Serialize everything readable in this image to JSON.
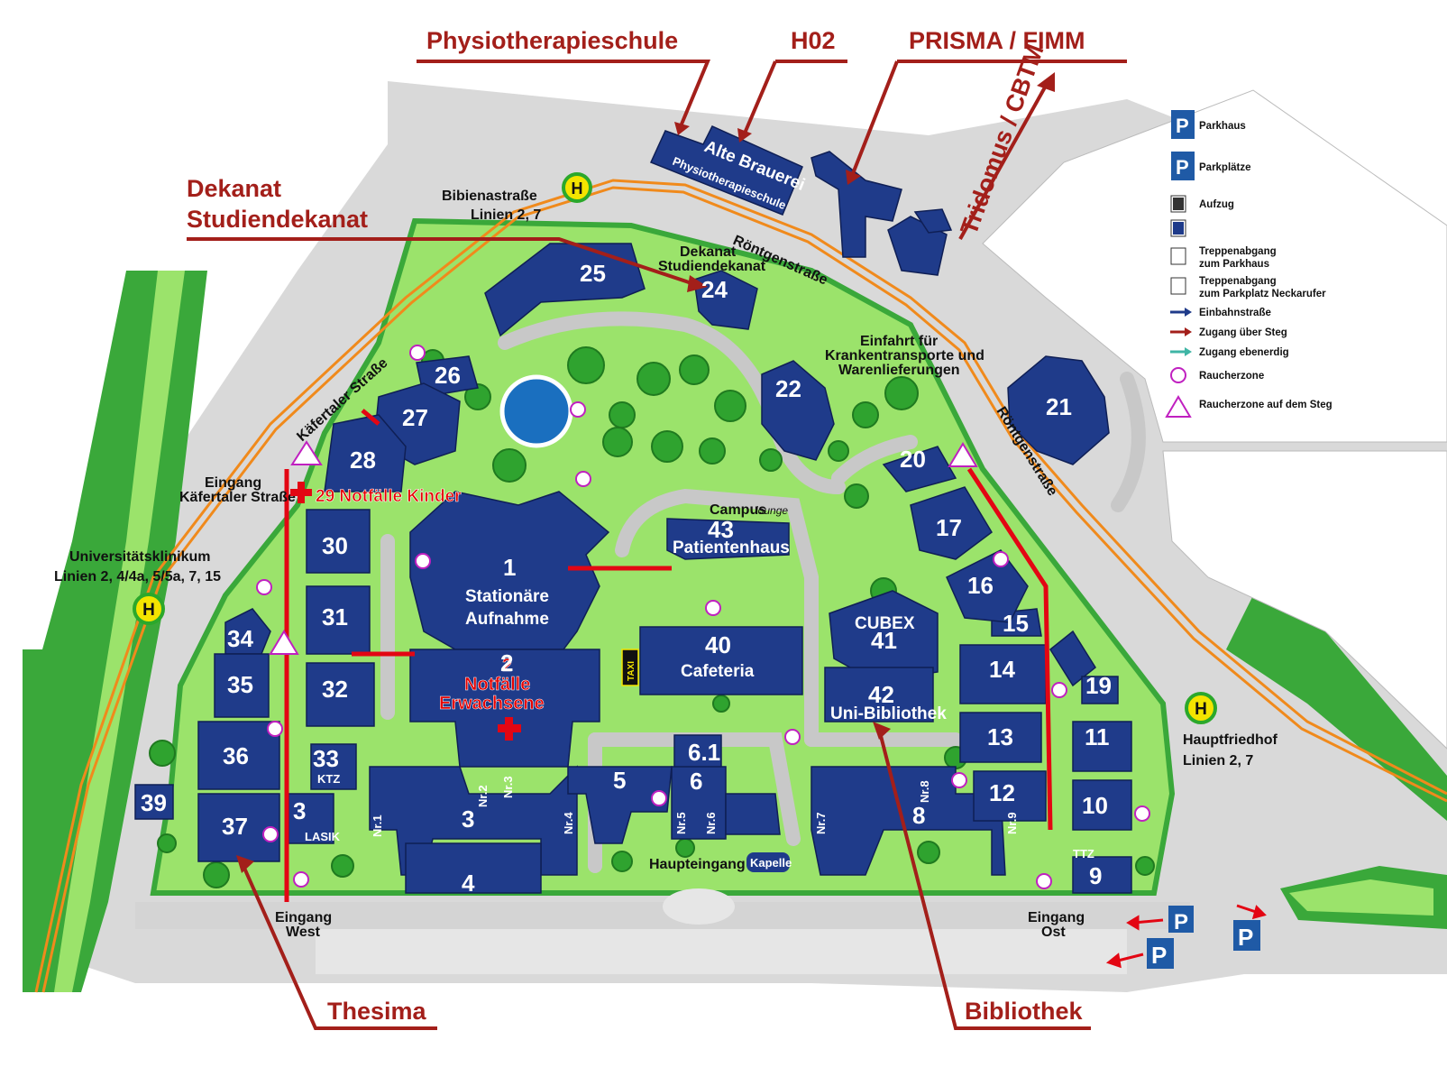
{
  "callouts": {
    "physio": "Physiotherapieschule",
    "h02": "H02",
    "prisma": "PRISMA / FIMM",
    "dekanat_line1": "Dekanat",
    "dekanat_line2": "Studiendekanat",
    "thesima": "Thesima",
    "bibliothek": "Bibliothek",
    "tridomus": "Tridomus / CBTM"
  },
  "streets": {
    "roentgen_top": "Röntgenstraße",
    "roentgen_right": "Röntgenstraße",
    "kaefertaler": "Käfertaler Straße"
  },
  "stops": {
    "bibiena_name": "Bibienastraße",
    "bibiena_lines": "Linien 2, 7",
    "uni_name": "Universitätsklinikum",
    "uni_lines": "Linien 2, 4/4a, 5/5a, 7, 15",
    "haupt_name": "Hauptfriedhof",
    "haupt_lines": "Linien 2, 7",
    "h_symbol": "H"
  },
  "labels": {
    "alte_brauerei": "Alte Brauerei",
    "physio_small": "Physiotherapieschule",
    "dekanat_small1": "Dekanat",
    "dekanat_small2": "Studiendekanat",
    "einfahrt1": "Einfahrt für",
    "einfahrt2": "Krankentransporte und",
    "einfahrt3": "Warenlieferungen",
    "eingang_kaef1": "Eingang",
    "eingang_kaef2": "Käfertaler Straße",
    "eingang_west1": "Eingang",
    "eingang_west2": "West",
    "eingang_ost1": "Eingang",
    "eingang_ost2": "Ost",
    "haupteingang": "Haupteingang",
    "kapelle": "Kapelle",
    "taxi": "TAXI",
    "campus": "Campus",
    "lounge": "lounge",
    "notfall_kinder": "29 Notfälle Kinder",
    "notfall_erw1": "2",
    "notfall_erw2": "Notfälle",
    "notfall_erw3": "Erwachsene",
    "stationaere1": "Stationäre",
    "stationaere2": "Aufnahme",
    "patientenhaus": "Patientenhaus",
    "cafeteria": "Cafeteria",
    "cubex": "CUBEX",
    "unibib": "Uni-Bibliothek",
    "ktz": "KTZ",
    "lasik": "LASIK",
    "ttz": "TTZ",
    "nr1": "Nr.1",
    "nr2": "Nr.2",
    "nr3": "Nr.3",
    "nr4": "Nr.4",
    "nr5": "Nr.5",
    "nr6": "Nr.6",
    "nr7": "Nr.7",
    "nr8": "Nr.8",
    "nr9": "Nr.9"
  },
  "buildings": {
    "b1": "1",
    "b2": "2",
    "b3": "3",
    "b3b": "3",
    "b4": "4",
    "b5": "5",
    "b6": "6",
    "b61": "6.1",
    "b8": "8",
    "b9": "9",
    "b10": "10",
    "b11": "11",
    "b12": "12",
    "b13": "13",
    "b14": "14",
    "b15": "15",
    "b16": "16",
    "b17": "17",
    "b19": "19",
    "b20": "20",
    "b21": "21",
    "b22": "22",
    "b24": "24",
    "b25": "25",
    "b26": "26",
    "b27": "27",
    "b28": "28",
    "b30": "30",
    "b31": "31",
    "b32": "32",
    "b33": "33",
    "b34": "34",
    "b35": "35",
    "b36": "36",
    "b37": "37",
    "b39": "39",
    "b40": "40",
    "b41": "41",
    "b42": "42",
    "b43": "43"
  },
  "legend": {
    "parkhaus": "Parkhaus",
    "parkplaetze": "Parkplätze",
    "aufzug": "Aufzug",
    "treppe_parkhaus1": "Treppenabgang",
    "treppe_parkhaus2": "zum Parkhaus",
    "treppe_neckarufer1": "Treppenabgang",
    "treppe_neckarufer2": "zum Parkplatz Neckarufer",
    "einbahn": "Einbahnstraße",
    "steg": "Zugang über Steg",
    "ebenerdig": "Zugang ebenerdig",
    "raucher": "Raucherzone",
    "raucher_steg": "Raucherzone auf dem Steg",
    "p_symbol": "P"
  },
  "colors": {
    "building": "#1f3b8a",
    "green_dark": "#3aa83a",
    "green_light": "#9be36b",
    "road": "#c8c8c8",
    "tram": "#f08a1c",
    "callout": "#a31f1a",
    "walkway": "#e30613"
  }
}
